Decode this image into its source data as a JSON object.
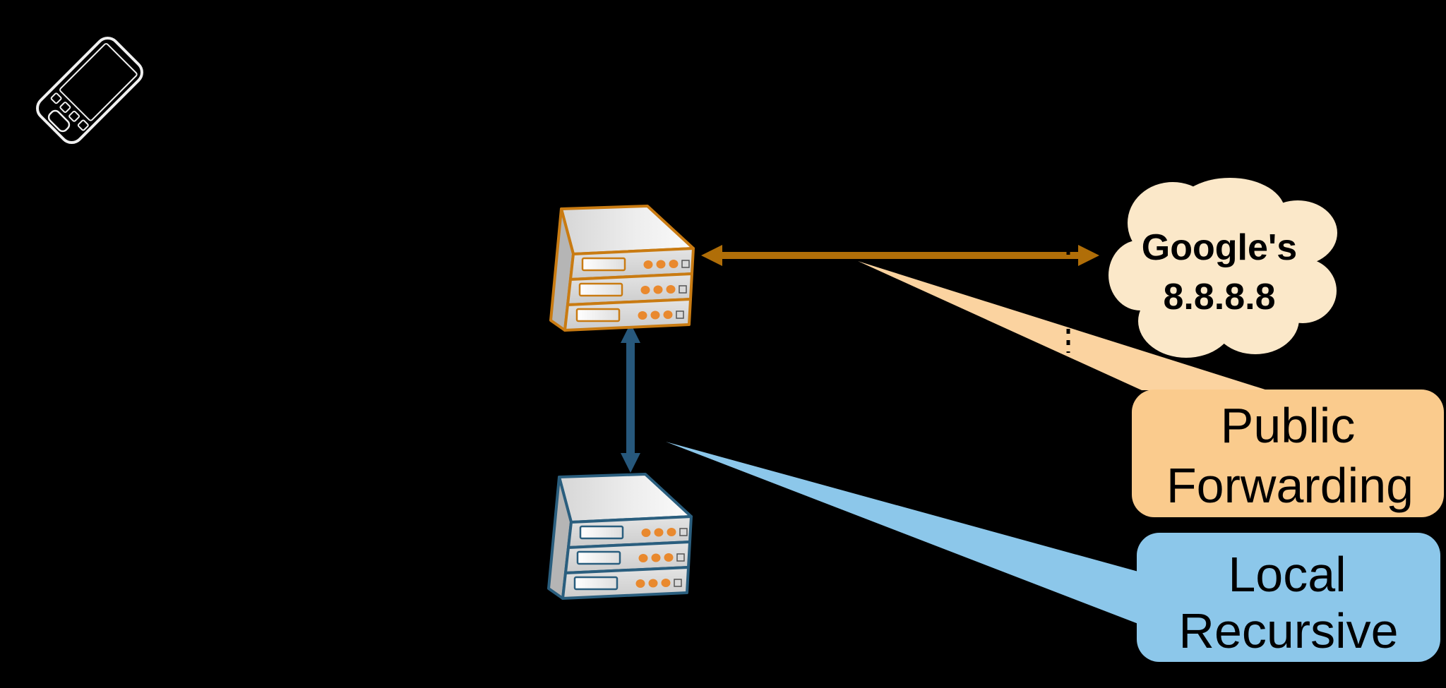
{
  "diagram": {
    "cloud": {
      "icon": "cloud-icon",
      "label_line1": "Google's",
      "label_line2": "8.8.8.8"
    },
    "callout_public": {
      "line1": "Public",
      "line2": "Forwarding"
    },
    "callout_local": {
      "line1": "Local",
      "line2": "Recursive"
    },
    "icons": {
      "client": "smartphone-icon",
      "forwarding_server": "server-stack-icon",
      "recursive_server": "server-stack-icon",
      "internet": "cloud-icon",
      "link_public": "double-arrow-horizontal-icon",
      "link_local": "double-arrow-vertical-icon",
      "boundary": "dotted-line-icon"
    }
  },
  "colors": {
    "background": "#000000",
    "orange_outline": "#C97B12",
    "orange_arrow": "#B06E08",
    "orange_wedge": "#FBD3A0",
    "orange_box": "#FACB8D",
    "blue_outline": "#2A5E7E",
    "blue_arrow": "#27587C",
    "blue_wedge": "#8CC7EA",
    "blue_box": "#8CC7EA",
    "cloud": "#FBE8C9",
    "server_dot": "#E9892E",
    "phone_line": "#F0F0F0",
    "text": "#000000"
  }
}
